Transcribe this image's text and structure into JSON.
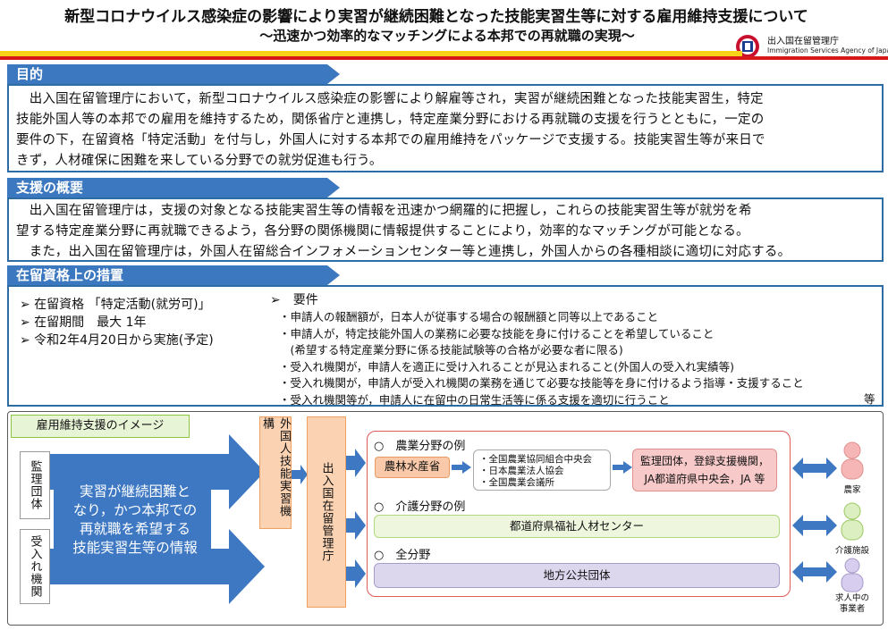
{
  "header": {
    "title": "新型コロナウイルス感染症の影響により実習が継続困難となった技能実習生等に対する雇用維持支援について",
    "subtitle": "～迅速かつ効率的なマッチングによる本邦での再就職の実現～",
    "agency_ja": "出入国在留管理庁",
    "agency_en": "Immigration Services Agency of Japan"
  },
  "purpose": {
    "heading": "目的",
    "lines": [
      "　出入国在留管理庁において，新型コロナウイルス感染症の影響により解雇等され，実習が継続困難となった技能実習生，特定",
      "技能外国人等の本邦での雇用を維持するため，関係省庁と連携し，特定産業分野における再就職の支援を行うとともに，一定の",
      "要件の下，在留資格「特定活動」を付与し，外国人に対する本邦での雇用維持をパッケージで支援する。技能実習生等が来日で",
      "きず，人材確保に困難を来している分野での就労促進も行う。"
    ]
  },
  "overview": {
    "heading": "支援の概要",
    "lines": [
      "　出入国在留管理庁は，支援の対象となる技能実習生等の情報を迅速かつ網羅的に把握し，これらの技能実習生等が就労を希",
      "望する特定産業分野に再就職できるよう，各分野の関係機関に情報提供することにより，効率的なマッチングが可能となる。",
      "　また，出入国在留管理庁は，外国人在留総合インフォメーションセンター等と連携し，外国人からの各種相談に適切に対応する。"
    ]
  },
  "measures": {
    "heading": "在留資格上の措置",
    "items": [
      "➢ 在留資格 「特定活動(就労可)」",
      "➢ 在留期間　最大 1年",
      "➢ 令和2年4月20日から実施(予定)"
    ],
    "req_heading": "➢　要件",
    "requirements": [
      "・申請人の報酬額が，日本人が従事する場合の報酬額と同等以上であること",
      "・申請人が，特定技能外国人の業務に必要な技能を身に付けることを希望していること",
      "　(希望する特定産業分野に係る技能試験等の合格が必要な者に限る)",
      "・受入れ機関が，申請人を適正に受け入れることが見込まれること(外国人の受入れ実績等)",
      "・受入れ機関が，申請人が受入れ機関の業務を通じて必要な技能等を身に付けるよう指導・支援すること",
      "・受入れ機関等が，申請人に在留中の日常生活等に係る支援を適切に行うこと"
    ],
    "req_tail": "等"
  },
  "image": {
    "tag": "雇用維持支援のイメージ",
    "source_top": "監理団体",
    "source_bottom": "受入れ機関",
    "big_arrow_lines": [
      "実習が継続困難と",
      "なり，かつ本邦での",
      "再就職を希望する",
      "技能実習生等の情報"
    ],
    "otit": "外国人技能実習機構",
    "isa": "出入国在留管理庁",
    "agriculture": {
      "label": "○　農業分野の例",
      "ministry": "農林水産省",
      "bodies": [
        "・全国農業協同組合中央会",
        "・日本農業法人協会",
        "・全国農業会議所"
      ],
      "partners": [
        "監理団体，登録支援機関，",
        "JA都道府県中央会，JA 等"
      ],
      "target": "農家"
    },
    "care": {
      "label": "○　介護分野の例",
      "center": "都道府県福祉人材センター",
      "target": "介護施設"
    },
    "all": {
      "label": "○　全分野",
      "center": "地方公共団体",
      "target": [
        "求人中の",
        "事業者"
      ]
    }
  },
  "colors": {
    "section_blue": "#3c78c0",
    "arrow_blue": "#3e78c3",
    "brand_red": "#d7191c",
    "brand_yellow": "#f7d417"
  }
}
